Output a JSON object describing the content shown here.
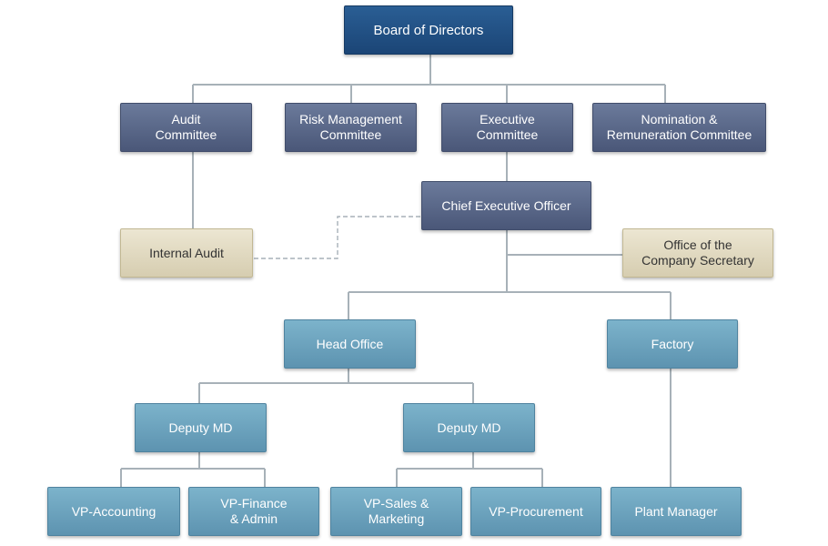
{
  "chart": {
    "board": "Board of Directors",
    "committees": {
      "audit": "Audit\nCommittee",
      "risk": "Risk Management\nCommittee",
      "executive": "Executive\nCommittee",
      "nomination": "Nomination &\nRemuneration Committee"
    },
    "ceo": "Chief Executive Officer",
    "internal_audit": "Internal Audit",
    "company_secretary": "Office of the\nCompany Secretary",
    "head_office": "Head Office",
    "factory": "Factory",
    "deputy_md_1": "Deputy MD",
    "deputy_md_2": "Deputy MD",
    "vp_accounting": "VP-Accounting",
    "vp_finance": "VP-Finance\n& Admin",
    "vp_sales": "VP-Sales &\nMarketing",
    "vp_procurement": "VP-Procurement",
    "plant_manager": "Plant Manager"
  },
  "colors": {
    "board": "#1f4c80",
    "committee": "#56638a",
    "support": "#e3dcc3",
    "department": "#6fa6c1",
    "connector": "#a7b1b8"
  }
}
